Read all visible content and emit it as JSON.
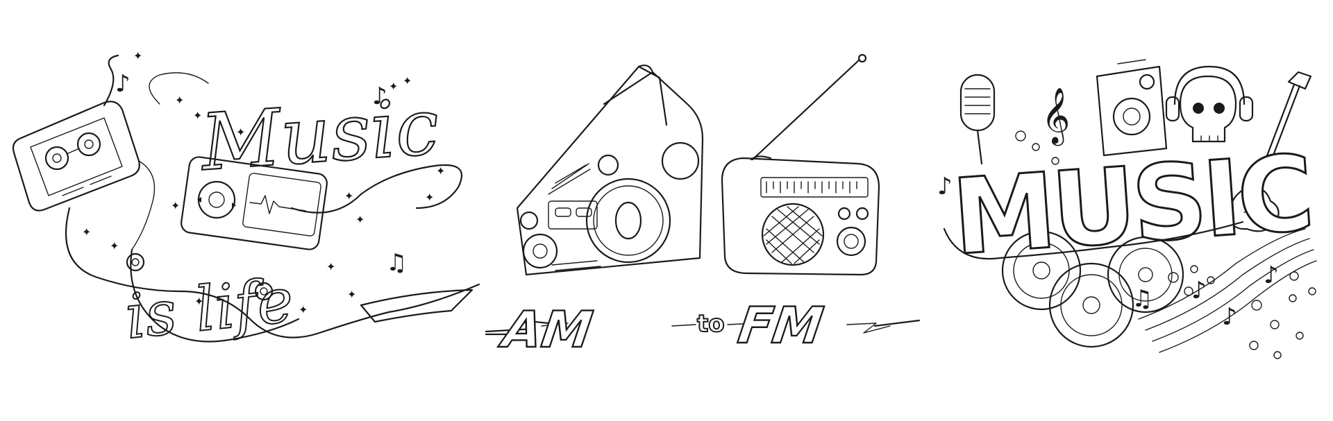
{
  "illustrations": {
    "left": {
      "lettering_line1": "Music",
      "lettering_line2": "is life"
    },
    "middle": {
      "word_am": "AM",
      "word_to": "to",
      "word_fm": "FM"
    },
    "right": {
      "lettering": "MUSIC"
    }
  },
  "icons": [
    "cassette-tape-icon",
    "mp3-player-icon",
    "earphones-icon",
    "music-note-icon",
    "boombox-icon",
    "radio-icon",
    "microphone-icon",
    "speaker-icon",
    "skull-headphones-icon",
    "electric-guitar-icon",
    "vinyl-record-icon",
    "treble-clef-icon"
  ],
  "colors": {
    "ink": "#1a1a1a",
    "paper": "#ffffff"
  }
}
